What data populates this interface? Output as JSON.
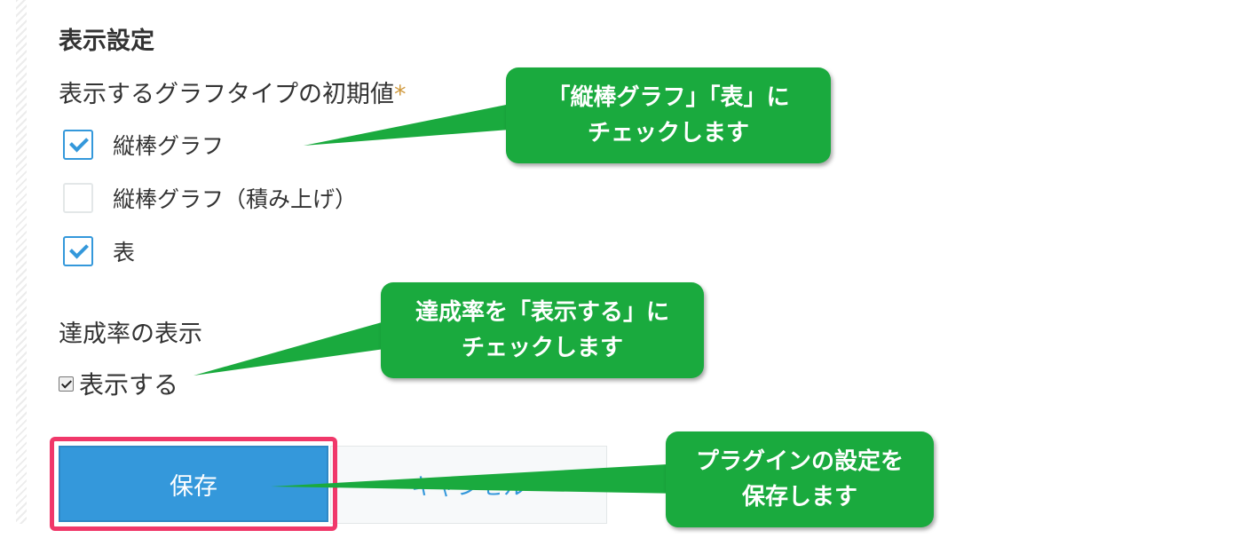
{
  "section_title": "表示設定",
  "graph_type": {
    "label": "表示するグラフタイプの初期値",
    "required_mark": "*",
    "options": [
      {
        "label": "縦棒グラフ",
        "checked": true
      },
      {
        "label": "縦棒グラフ（積み上げ）",
        "checked": false
      },
      {
        "label": "表",
        "checked": true
      }
    ]
  },
  "achievement": {
    "label": "達成率の表示",
    "checkbox_label": "表示する",
    "checked": true
  },
  "buttons": {
    "save": "保存",
    "cancel": "キャンセル"
  },
  "callouts": [
    {
      "line1": "「縦棒グラフ」「表」に",
      "line2": "チェックします"
    },
    {
      "line1": "達成率を「表示する」に",
      "line2": "チェックします"
    },
    {
      "line1": "プラグインの設定を",
      "line2": "保存します"
    }
  ],
  "colors": {
    "accent": "#3498db",
    "callout": "#1aaa3e",
    "highlight": "#f0386a",
    "required": "#d09a3e"
  }
}
